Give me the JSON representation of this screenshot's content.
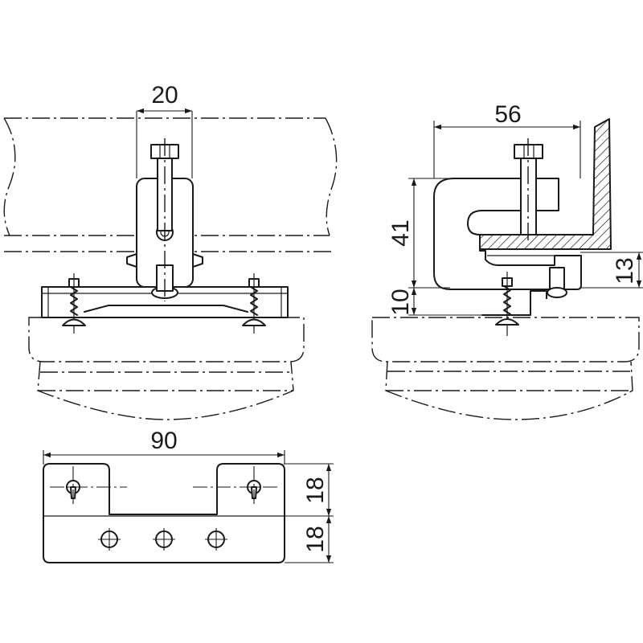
{
  "dimensions": {
    "front_width": "20",
    "side_width": "56",
    "side_height": "41",
    "side_bottom": "10",
    "side_offset": "13",
    "plate_width": "90",
    "plate_upper_height": "18",
    "plate_lower_height": "18"
  },
  "colors": {
    "line": "#1a1a1a",
    "background": "#ffffff"
  }
}
